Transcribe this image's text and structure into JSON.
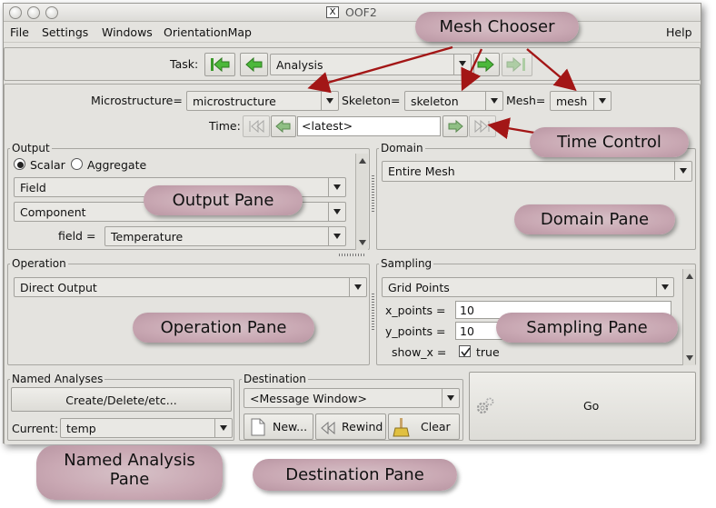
{
  "window": {
    "title": "OOF2"
  },
  "menubar": {
    "items": [
      "File",
      "Settings",
      "Windows",
      "OrientationMap"
    ],
    "help": "Help"
  },
  "task": {
    "label": "Task:",
    "value": "Analysis"
  },
  "chooser": {
    "microstructure_label": "Microstructure=",
    "microstructure_value": "microstructure",
    "skeleton_label": "Skeleton=",
    "skeleton_value": "skeleton",
    "mesh_label": "Mesh=",
    "mesh_value": "mesh"
  },
  "time": {
    "label": "Time:",
    "value": "<latest>"
  },
  "output": {
    "title": "Output",
    "scalar": "Scalar",
    "aggregate": "Aggregate",
    "field": "Field",
    "component": "Component",
    "field_label": "field =",
    "field_value": "Temperature"
  },
  "domain": {
    "title": "Domain",
    "value": "Entire Mesh"
  },
  "operation": {
    "title": "Operation",
    "value": "Direct Output"
  },
  "sampling": {
    "title": "Sampling",
    "value": "Grid Points",
    "x_label": "x_points =",
    "x_value": "10",
    "y_label": "y_points =",
    "y_value": "10",
    "showx_label": "show_x =",
    "showx_value": "true"
  },
  "named": {
    "title": "Named Analyses",
    "button": "Create/Delete/etc...",
    "current_label": "Current:",
    "current_value": "temp"
  },
  "destination": {
    "title": "Destination",
    "value": "<Message Window>",
    "new": "New...",
    "rewind": "Rewind",
    "clear": "Clear"
  },
  "go": {
    "label": "Go"
  },
  "callouts": {
    "mesh_chooser": "Mesh Chooser",
    "time_control": "Time Control",
    "output_pane": "Output Pane",
    "domain_pane": "Domain Pane",
    "operation_pane": "Operation Pane",
    "sampling_pane": "Sampling Pane",
    "named_analysis_pane_1": "Named Analysis",
    "named_analysis_pane_2": "Pane",
    "destination_pane": "Destination Pane"
  },
  "colors": {
    "window_bg": "#e4e3df",
    "callout": "#c9a8b3",
    "arrow": "#a31616",
    "nav_green": "#3a9a2a"
  }
}
